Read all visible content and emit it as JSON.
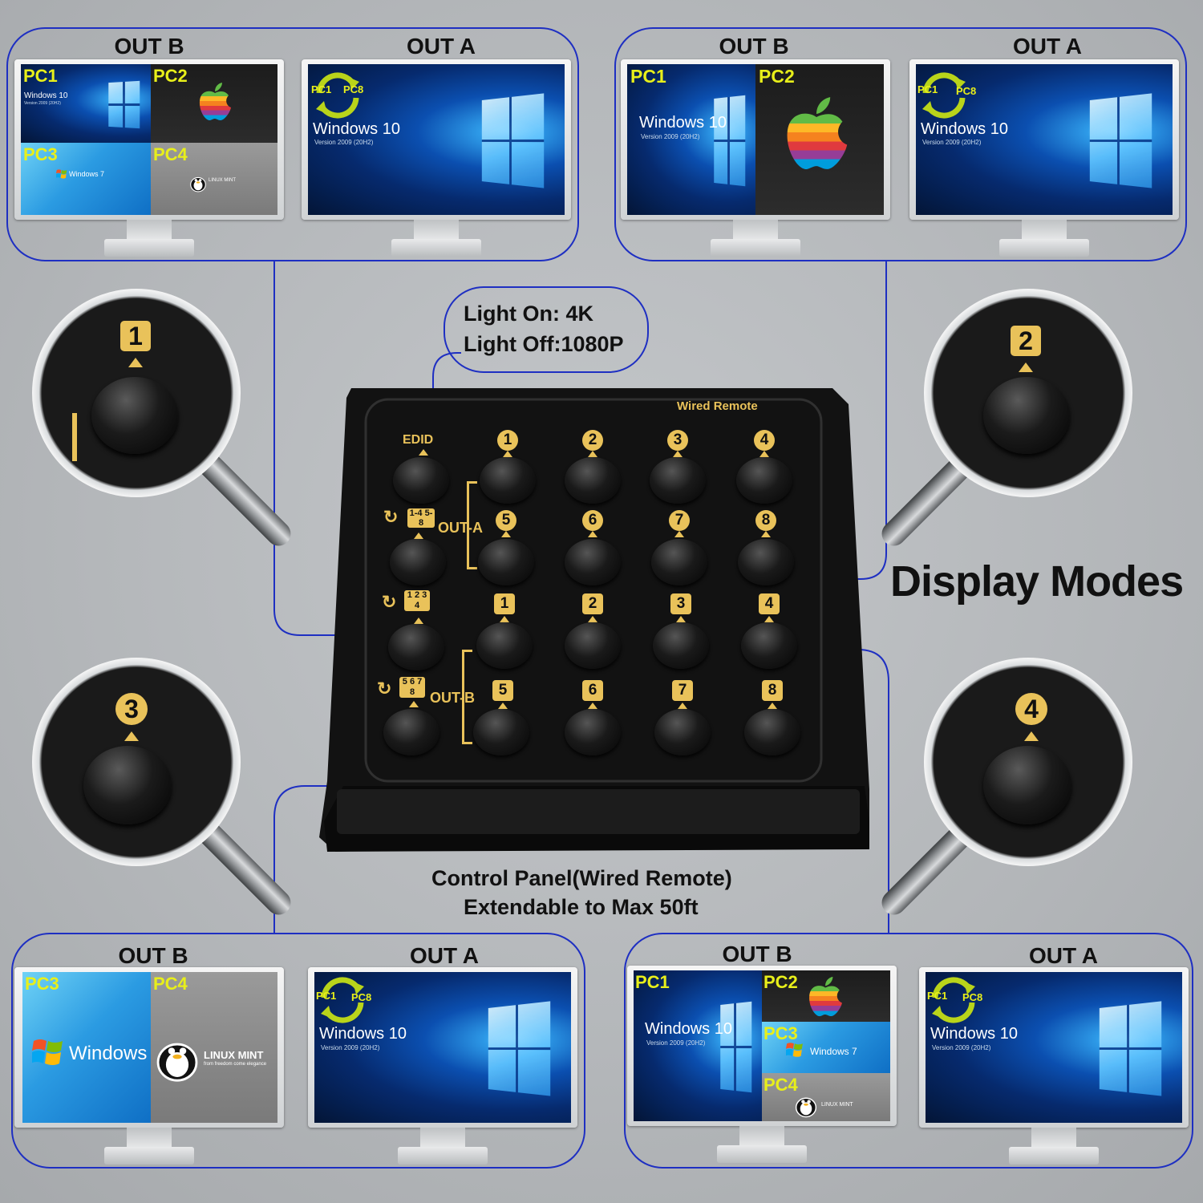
{
  "title": "Display Modes",
  "edid_note": {
    "line1": "Light On: 4K",
    "line2": "Light Off:1080P"
  },
  "caption": {
    "line1": "Control Panel(Wired Remote)",
    "line2": "Extendable to Max 50ft"
  },
  "labels": {
    "out_a": "OUT A",
    "out_b": "OUT B"
  },
  "pc": {
    "pc1": "PC1",
    "pc2": "PC2",
    "pc3": "PC3",
    "pc4": "PC4",
    "pc8": "PC8"
  },
  "os": {
    "win10": "Windows 10",
    "win10_version": "Version 2009  (20H2)",
    "win7": "Windows 7",
    "mint": "LINUX MINT",
    "mint_tagline": "from freedom come elegance"
  },
  "remote": {
    "brand": "Wired Remote",
    "edid": "EDID",
    "out_a": "OUT-A",
    "out_b": "OUT-B",
    "quad_a": "1-4 5-8",
    "quad_2": "1 2 3 4",
    "quad_b": "5 6 7 8",
    "row1": [
      "1",
      "2",
      "3",
      "4"
    ],
    "row2": [
      "5",
      "6",
      "7",
      "8"
    ],
    "row3": [
      "1",
      "2",
      "3",
      "4"
    ],
    "row4": [
      "5",
      "6",
      "7",
      "8"
    ]
  },
  "magnifiers": [
    "1",
    "2",
    "3",
    "4"
  ],
  "colors": {
    "frame": "#1e2fc2",
    "accent": "#e9c25a",
    "pc_label": "#e8ef1a"
  }
}
